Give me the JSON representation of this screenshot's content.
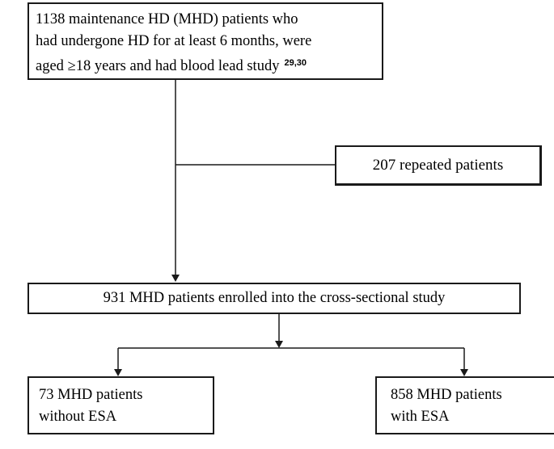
{
  "flowchart": {
    "top_box": {
      "lines": [
        "1138 maintenance HD (MHD) patients who",
        "had undergone HD for at least 6 months, were",
        "aged ≥18 years and had blood lead study"
      ],
      "citation": "29,30"
    },
    "excluded_box": {
      "text": "207 repeated patients"
    },
    "enrolled_box": {
      "text": "931 MHD patients enrolled into the cross-sectional study"
    },
    "without_esa_box": {
      "lines": [
        "73 MHD patients",
        "without ESA"
      ]
    },
    "with_esa_box": {
      "lines": [
        "858 MHD patients",
        "with ESA"
      ]
    }
  }
}
